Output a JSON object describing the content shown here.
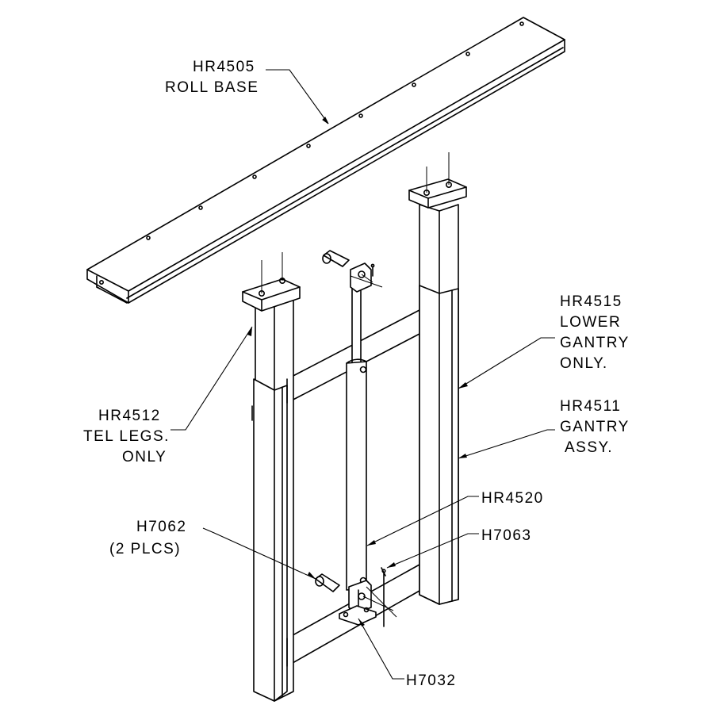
{
  "labels": {
    "roll_base_part": "HR4505",
    "roll_base_name": "ROLL BASE",
    "lower_gantry_part": "HR4515",
    "lower_gantry_line1": "LOWER",
    "lower_gantry_line2": "GANTRY",
    "lower_gantry_line3": "ONLY.",
    "gantry_assy_part": "HR4511",
    "gantry_assy_line1": "GANTRY",
    "gantry_assy_line2": "ASSY.",
    "tel_legs_part": "HR4512",
    "tel_legs_line1": "TEL LEGS.",
    "tel_legs_line2": "ONLY",
    "cylinder_part": "HR4520",
    "pin_part": "H7062",
    "pin_qty": "(2 PLCS)",
    "clip_part": "H7063",
    "bracket_part": "H7032"
  }
}
